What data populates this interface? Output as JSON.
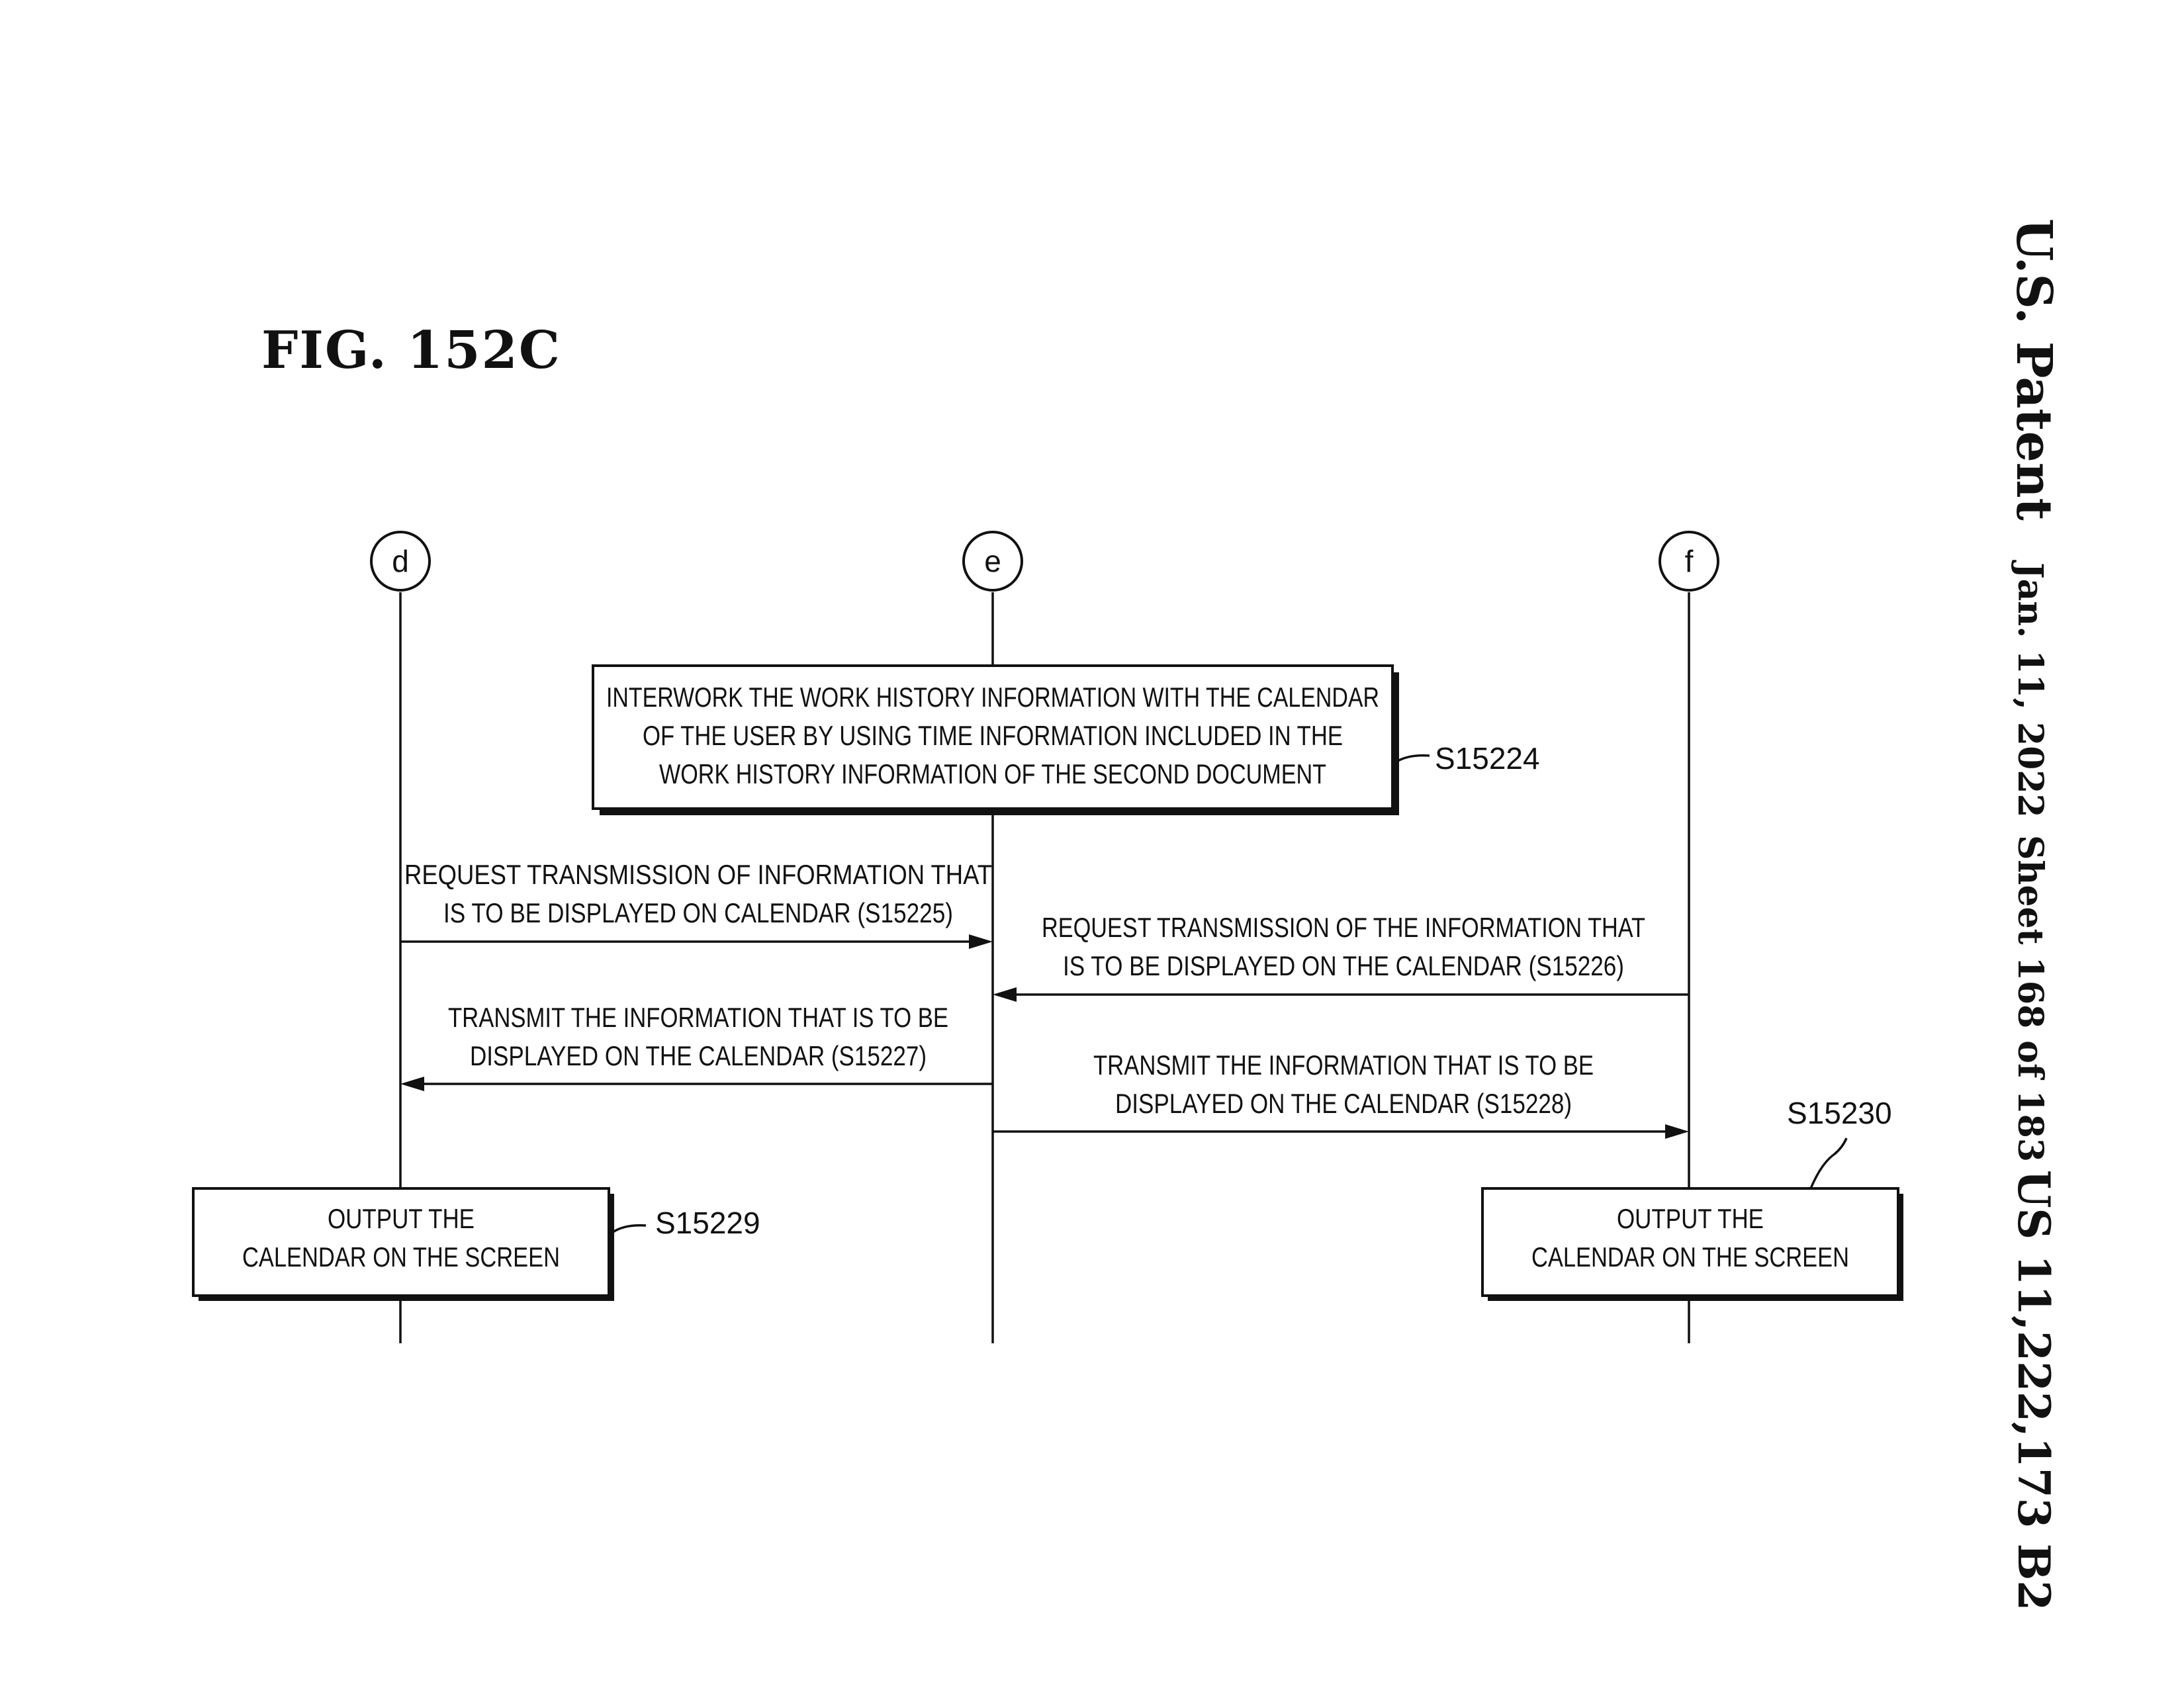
{
  "header": {
    "publication": "U.S. Patent",
    "date": "Jan. 11, 2022",
    "sheet": "Sheet 168 of 183",
    "patent_number": "US 11,222,173 B2"
  },
  "figure": {
    "title": "FIG. 152C"
  },
  "lanes": {
    "d": "d",
    "e": "e",
    "f": "f"
  },
  "steps": {
    "s15224": {
      "lines": [
        "INTERWORK THE WORK HISTORY INFORMATION WITH THE CALENDAR",
        "OF THE USER BY USING TIME INFORMATION INCLUDED IN THE",
        "WORK HISTORY INFORMATION OF THE SECOND DOCUMENT"
      ],
      "label": "S15224"
    },
    "s15225": {
      "lines": [
        "REQUEST TRANSMISSION OF INFORMATION THAT",
        "IS TO BE DISPLAYED ON CALENDAR (S15225)"
      ]
    },
    "s15226": {
      "lines": [
        "REQUEST TRANSMISSION OF THE INFORMATION THAT",
        "IS TO BE DISPLAYED ON THE CALENDAR (S15226)"
      ]
    },
    "s15227": {
      "lines": [
        "TRANSMIT THE INFORMATION THAT IS TO BE",
        "DISPLAYED ON THE CALENDAR (S15227)"
      ]
    },
    "s15228": {
      "lines": [
        "TRANSMIT THE INFORMATION THAT IS TO BE",
        "DISPLAYED ON THE CALENDAR (S15228)"
      ]
    },
    "s15229": {
      "lines": [
        "OUTPUT THE",
        "CALENDAR ON THE SCREEN"
      ],
      "label": "S15229"
    },
    "s15230": {
      "lines": [
        "OUTPUT THE",
        "CALENDAR ON THE SCREEN"
      ],
      "label": "S15230"
    }
  }
}
